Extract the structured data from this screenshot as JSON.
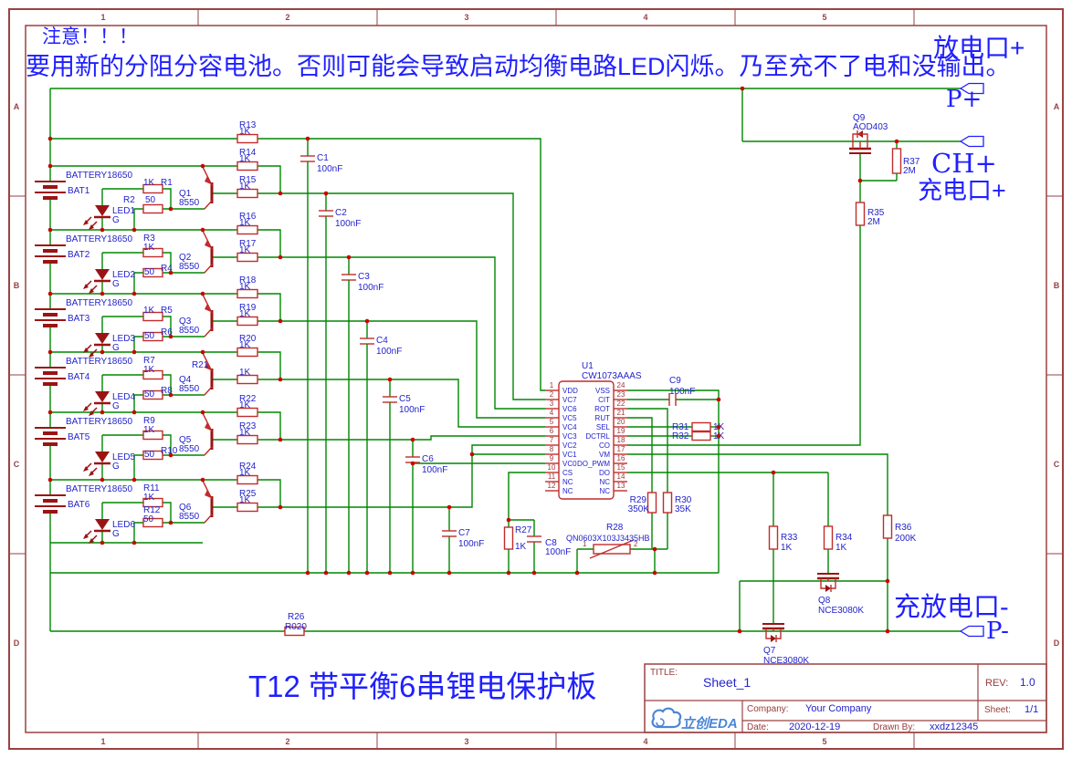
{
  "frame": {
    "columns": [
      "1",
      "2",
      "3",
      "4",
      "5"
    ],
    "rows": [
      "A",
      "B",
      "C",
      "D"
    ]
  },
  "notes": {
    "warning_title": "注意！！！",
    "warning_body": "要用新的分阻分容电池。否则可能会导致启动均衡电路LED闪烁。乃至充不了电和没输出。",
    "board_title": "T12 带平衡6串锂电保护板"
  },
  "ports": {
    "discharge_plus": "放电口+",
    "p_plus": "P+",
    "ch_plus": "CH+",
    "charge_plus": "充电口+",
    "charge_discharge_minus": "充放电口-",
    "p_minus": "P-"
  },
  "title_block": {
    "title_label": "TITLE:",
    "title": "Sheet_1",
    "rev_label": "REV:",
    "rev": "1.0",
    "company_label": "Company:",
    "company": "Your Company",
    "sheet_label": "Sheet:",
    "sheet": "1/1",
    "date_label": "Date:",
    "date": "2020-12-19",
    "drawn_label": "Drawn By:",
    "drawn_by": "xxdz12345",
    "logo": "立创EDA"
  },
  "cells": [
    {
      "battery": "BATTERY18650",
      "ref": "BAT1",
      "led": "LED1",
      "led_pin": "G",
      "r1": "R1",
      "r1_val": "1K",
      "r2": "R2",
      "r2_val": "50",
      "q": "Q1",
      "q_val": "8550"
    },
    {
      "battery": "BATTERY18650",
      "ref": "BAT2",
      "led": "LED2",
      "led_pin": "G",
      "r1": "R3",
      "r1_val": "1K",
      "r2": "R4",
      "r2_val": "50",
      "q": "Q2",
      "q_val": "8550"
    },
    {
      "battery": "BATTERY18650",
      "ref": "BAT3",
      "led": "LED3",
      "led_pin": "G",
      "r1": "R5",
      "r1_val": "1K",
      "r2": "R6",
      "r2_val": "50",
      "q": "Q3",
      "q_val": "8550"
    },
    {
      "battery": "BATTERY18650",
      "ref": "BAT4",
      "led": "LED4",
      "led_pin": "G",
      "r1": "R7",
      "r1_val": "1K",
      "r2": "R8",
      "r2_val": "50",
      "q": "Q4",
      "q_val": "8550"
    },
    {
      "battery": "BATTERY18650",
      "ref": "BAT5",
      "led": "LED5",
      "led_pin": "G",
      "r1": "R9",
      "r1_val": "1K",
      "r2": "R10",
      "r2_val": "50",
      "q": "Q5",
      "q_val": "8550"
    },
    {
      "battery": "BATTERY18650",
      "ref": "BAT6",
      "led": "LED6",
      "led_pin": "G",
      "r1": "R11",
      "r1_val": "1K",
      "r2": "R12",
      "r2_val": "50",
      "q": "Q6",
      "q_val": "8550"
    }
  ],
  "sense_resistors": [
    {
      "name": "R13",
      "value": "1K"
    },
    {
      "name": "R14",
      "value": "1K"
    },
    {
      "name": "R15",
      "value": "1K"
    },
    {
      "name": "R16",
      "value": "1K"
    },
    {
      "name": "R17",
      "value": "1K"
    },
    {
      "name": "R18",
      "value": "1K"
    },
    {
      "name": "R19",
      "value": "1K"
    },
    {
      "name": "R20",
      "value": "1K"
    },
    {
      "name": "R21",
      "value": "1K"
    },
    {
      "name": "R22",
      "value": "1K"
    },
    {
      "name": "R23",
      "value": "1K"
    },
    {
      "name": "R24",
      "value": "1K"
    },
    {
      "name": "R25",
      "value": "1K"
    }
  ],
  "caps": [
    {
      "name": "C1",
      "value": "100nF"
    },
    {
      "name": "C2",
      "value": "100nF"
    },
    {
      "name": "C3",
      "value": "100nF"
    },
    {
      "name": "C4",
      "value": "100nF"
    },
    {
      "name": "C5",
      "value": "100nF"
    },
    {
      "name": "C6",
      "value": "100nF"
    },
    {
      "name": "C7",
      "value": "100nF"
    }
  ],
  "ic": {
    "ref": "U1",
    "part": "CW1073AAAS",
    "left_pins": [
      {
        "num": "1",
        "name": "VDD"
      },
      {
        "num": "2",
        "name": "VC7"
      },
      {
        "num": "3",
        "name": "VC6"
      },
      {
        "num": "4",
        "name": "VC5"
      },
      {
        "num": "5",
        "name": "VC4"
      },
      {
        "num": "6",
        "name": "VC3"
      },
      {
        "num": "7",
        "name": "VC2"
      },
      {
        "num": "8",
        "name": "VC1"
      },
      {
        "num": "9",
        "name": "VC0"
      },
      {
        "num": "10",
        "name": "CS"
      },
      {
        "num": "11",
        "name": "NC"
      },
      {
        "num": "12",
        "name": "NC"
      }
    ],
    "right_pins": [
      {
        "num": "24",
        "name": "VSS"
      },
      {
        "num": "23",
        "name": "CIT"
      },
      {
        "num": "22",
        "name": "ROT"
      },
      {
        "num": "21",
        "name": "RUT"
      },
      {
        "num": "20",
        "name": "SEL"
      },
      {
        "num": "19",
        "name": "DCTRL"
      },
      {
        "num": "18",
        "name": "CO"
      },
      {
        "num": "17",
        "name": "VM"
      },
      {
        "num": "16",
        "name": "DO_PWM"
      },
      {
        "num": "15",
        "name": "DO"
      },
      {
        "num": "14",
        "name": "NC"
      },
      {
        "num": "13",
        "name": "NC"
      }
    ]
  },
  "parts": {
    "u1": {
      "ref": "U1",
      "part": "CW1073AAAS"
    },
    "c8": {
      "name": "C8",
      "value": "100nF"
    },
    "c9": {
      "name": "C9",
      "value": "100nF"
    },
    "r26": {
      "name": "R26",
      "value": "R020"
    },
    "r27": {
      "name": "R27",
      "value": "1K"
    },
    "r28": {
      "name": "R28",
      "part": "QN0603X103J3435HB",
      "pin1": "1",
      "pin2": "2"
    },
    "r29": {
      "name": "R29",
      "value": "350K"
    },
    "r30": {
      "name": "R30",
      "value": "35K"
    },
    "r31": {
      "name": "R31",
      "value": "1K"
    },
    "r32": {
      "name": "R32",
      "value": "1K"
    },
    "r33": {
      "name": "R33",
      "value": "1K"
    },
    "r34": {
      "name": "R34",
      "value": "1K"
    },
    "r35": {
      "name": "R35",
      "value": "2M"
    },
    "r36": {
      "name": "R36",
      "value": "200K"
    },
    "r37": {
      "name": "R37",
      "value": "2M"
    },
    "q7": {
      "name": "Q7",
      "value": "NCE3080K"
    },
    "q8": {
      "name": "Q8",
      "value": "NCE3080K"
    },
    "q9": {
      "name": "Q9",
      "value": "AOD403"
    }
  }
}
